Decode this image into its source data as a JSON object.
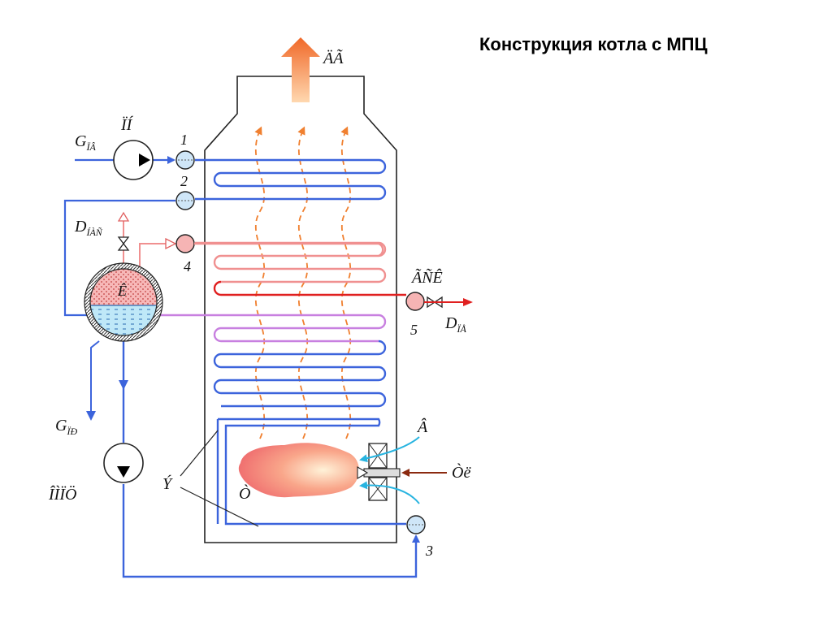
{
  "title": "Конструкция котла с МПЦ",
  "labels": {
    "flue_gas": "ÄÃ",
    "feed_pump": "ÏÍ",
    "feedwater_flow": {
      "main": "G",
      "sub": "ÏÂ"
    },
    "steam_out": {
      "main": "D",
      "sub": "ÍÀÑ"
    },
    "drum": "Ê",
    "main_steam_valve": "ÃÑÊ",
    "steam_flow": {
      "main": "D",
      "sub": "ÏÅ"
    },
    "blowdown_flow": {
      "main": "G",
      "sub": "ÏÐ"
    },
    "circ_pump": "ÎÌÏÖ",
    "screens": "Ý",
    "furnace": "Ò",
    "air": "Â",
    "fuel": "Òë",
    "node1": "1",
    "node2": "2",
    "node3": "3",
    "node4": "4",
    "node5": "5"
  },
  "colors": {
    "water": "#3c64dc",
    "steam_superheat": "#e02020",
    "steam_light": "#f09090",
    "mix": "#c880e0",
    "gas_arrows": "#f08030",
    "air": "#28b4e0",
    "fuel": "#8b2a10"
  }
}
